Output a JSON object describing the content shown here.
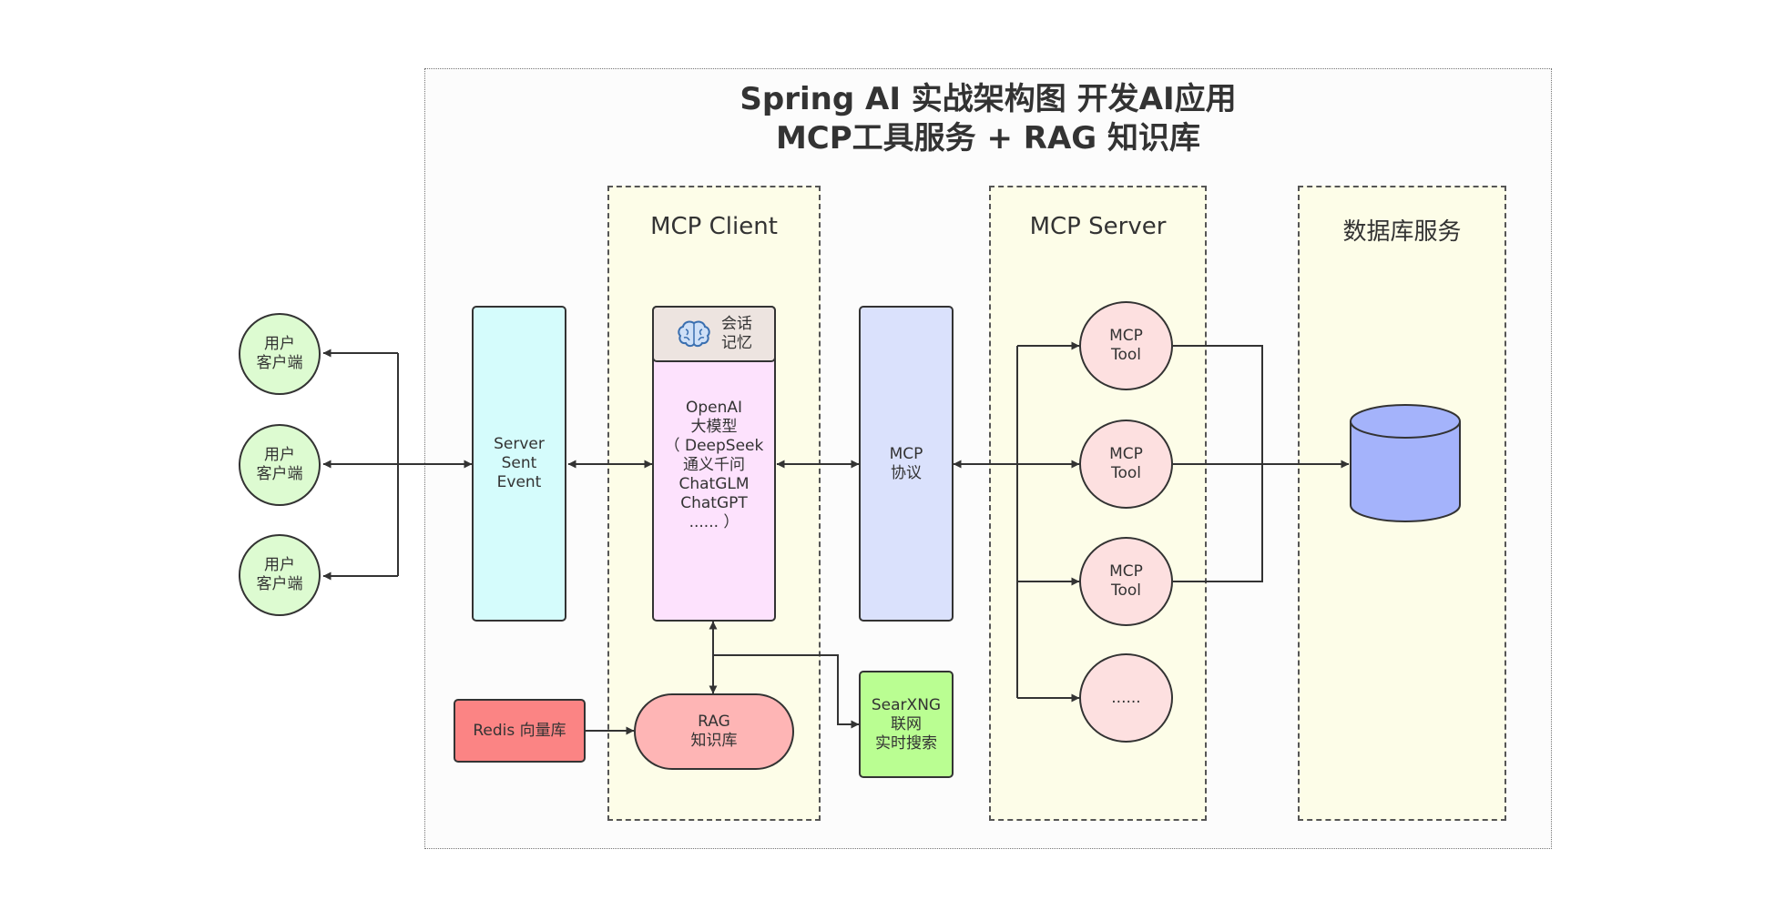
{
  "title": {
    "line1": "Spring AI 实战架构图 开发AI应用",
    "line2": "MCP工具服务 + RAG 知识库"
  },
  "panels": {
    "mcp_client": "MCP Client",
    "mcp_server": "MCP Server",
    "database": "数据库服务"
  },
  "users": [
    {
      "label": "用户\n客户端"
    },
    {
      "label": "用户\n客户端"
    },
    {
      "label": "用户\n客户端"
    }
  ],
  "sse": {
    "label": "Server\nSent\nEvent"
  },
  "memory": {
    "label": "会话\n记忆",
    "icon": "brain-icon"
  },
  "llm": {
    "label": "OpenAI\n大模型\n（ DeepSeek\n通义千问\nChatGLM\nChatGPT\n...... ）"
  },
  "mcp_protocol": {
    "label": "MCP\n协议"
  },
  "tools": [
    {
      "label": "MCP\nTool"
    },
    {
      "label": "MCP\nTool"
    },
    {
      "label": "MCP\nTool"
    },
    {
      "label": "......"
    }
  ],
  "redis": {
    "label": "Redis 向量库"
  },
  "rag": {
    "label": "RAG\n知识库"
  },
  "searxng": {
    "label": "SearXNG\n联网\n实时搜索"
  },
  "colors": {
    "panel_bg": "#fdfde8",
    "user": "#ddfbd1",
    "sse": "#d5fcfc",
    "llm": "#fde2fd",
    "memory": "#ede4e0",
    "mcp_protocol": "#dae1fc",
    "tool": "#fde0e0",
    "database": "#a4b3fb",
    "redis": "#fb8484",
    "rag": "#feb5b5",
    "searxng": "#bafe92"
  }
}
